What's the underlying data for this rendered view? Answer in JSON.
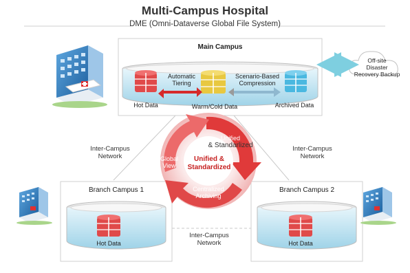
{
  "header": {
    "title": "Multi-Campus Hospital",
    "subtitle": "DME (Omni-Dataverse Global File System)"
  },
  "main_campus": {
    "title": "Main Campus",
    "hot_label": "Hot Data",
    "warm_label": "Warm/Cold Data",
    "archived_label": "Archived Data",
    "tiering_line1": "Automatic",
    "tiering_line2": "Tiering",
    "compression_line1": "Scenario-Based",
    "compression_line2": "Compression"
  },
  "offsite": {
    "line1": "Off-site",
    "line2": "Disaster",
    "line3": "Recovery Backup"
  },
  "networks": {
    "left_line1": "Inter-Campus",
    "left_line2": "Network",
    "right_line1": "Inter-Campus",
    "right_line2": "Network",
    "bottom_line1": "Inter-Campus",
    "bottom_line2": "Network"
  },
  "cycle": {
    "unified_line1": "Unified",
    "unified_line2": "& Standarlized",
    "global_line1": "Global",
    "global_line2": "View",
    "centralized_line1": "Centralized",
    "centralized_line2": "Archiving",
    "center_line1": "Unified &",
    "center_line2": "Standardized"
  },
  "branch1": {
    "title": "Branch Campus 1",
    "hot_label": "Hot Data"
  },
  "branch2": {
    "title": "Branch Campus 2",
    "hot_label": "Hot Data"
  },
  "colors": {
    "hot": "#e04a4a",
    "warm": "#e8c840",
    "archived": "#4ab8e0",
    "arrow_red": "#d62a2a",
    "water": "#cfeaf4"
  },
  "icons": [
    "hospital-building-icon",
    "database-icon",
    "cloud-icon",
    "double-arrow-icon",
    "cycle-arrows-icon"
  ]
}
